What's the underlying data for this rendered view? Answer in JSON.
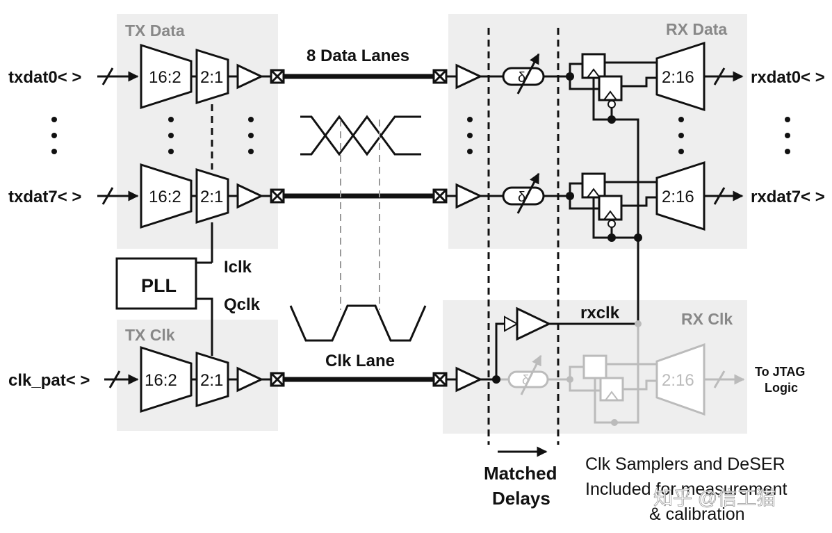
{
  "groups": {
    "tx_data": "TX Data",
    "rx_data": "RX Data",
    "tx_clk": "TX Clk",
    "rx_clk": "RX Clk"
  },
  "signals": {
    "txdat0": "txdat0< >",
    "txdat7": "txdat7< >",
    "clk_pat": "clk_pat< >",
    "rxdat0": "rxdat0< >",
    "rxdat7": "rxdat7< >",
    "iclk": "Iclk",
    "qclk": "Qclk",
    "rxclk": "rxclk",
    "to_jtag_1": "To JTAG",
    "to_jtag_2": "Logic"
  },
  "blocks": {
    "serializer": "16:2",
    "mux": "2:1",
    "deserializer": "2:16",
    "pll": "PLL",
    "delay": "δ"
  },
  "lanes": {
    "data": "8 Data Lanes",
    "clk": "Clk Lane"
  },
  "annotations": {
    "matched_1": "Matched",
    "matched_2": "Delays",
    "note_1": "Clk Samplers and DeSER",
    "note_2": "Included for measurement",
    "note_3": "& calibration",
    "watermark": "知乎 @信工猫"
  },
  "colors": {
    "group_bg": "#eeeeee",
    "line": "#111111",
    "faded": "#bbbbbb"
  }
}
